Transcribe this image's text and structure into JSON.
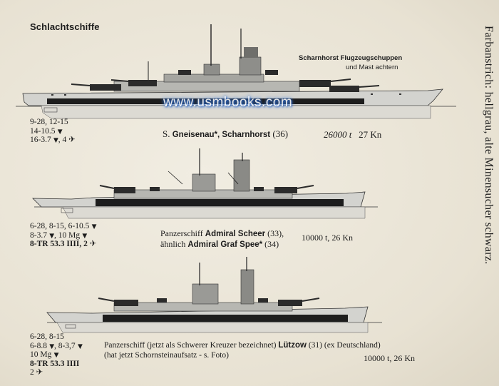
{
  "section_title": "Schlachtschiffe",
  "side_note": "Farbanstrich: hellgrau, alte Minensucher schwarz.",
  "watermark": "www.usmbooks.com",
  "ships": [
    {
      "annotation_line1": "Scharnhorst Flugzeugschuppen",
      "annotation_line2": "und Mast achtern",
      "armament": [
        "9-28, 12-15",
        "14-10.5",
        "16-3.7",
        ", 4"
      ],
      "caption_prefix": "S. ",
      "caption_name": "Gneisenau*, Scharnhorst",
      "caption_suffix": " (36)",
      "tonnage": "26000 t",
      "speed": "27 Kn"
    },
    {
      "armament": [
        "6-28, 8-15, 6-10.5",
        "8-3.7",
        ", 10 Mg",
        "8-TR 53.3 IIII, 2"
      ],
      "caption_line1_prefix": "Panzerschiff ",
      "caption_line1_name": "Admiral Scheer",
      "caption_line1_suffix": " (33),",
      "caption_line2_prefix": "ähnlich ",
      "caption_line2_name": "Admiral Graf Spee*",
      "caption_line2_suffix": " (34)",
      "tonnage": "10000 t, 26 Kn"
    },
    {
      "armament": [
        "6-28, 8-15",
        "6-8.8",
        ", 8-3,7",
        "10 Mg",
        "8-TR 53.3 IIII",
        "2"
      ],
      "caption_line1_prefix": "Panzerschiff (jetzt als Schwerer Kreuzer bezeichnet) ",
      "caption_line1_name": "Lützow",
      "caption_line1_suffix": " (31) (ex Deutschland)",
      "caption_line2": "(hat jetzt Schornsteinaufsatz - s. Foto)",
      "tonnage": "10000 t, 26 Kn"
    }
  ],
  "colors": {
    "hull_light": "#cfcfcb",
    "hull_dark": "#1d1d1d",
    "upper": "#9a9a96",
    "turret": "#6b6b68"
  }
}
